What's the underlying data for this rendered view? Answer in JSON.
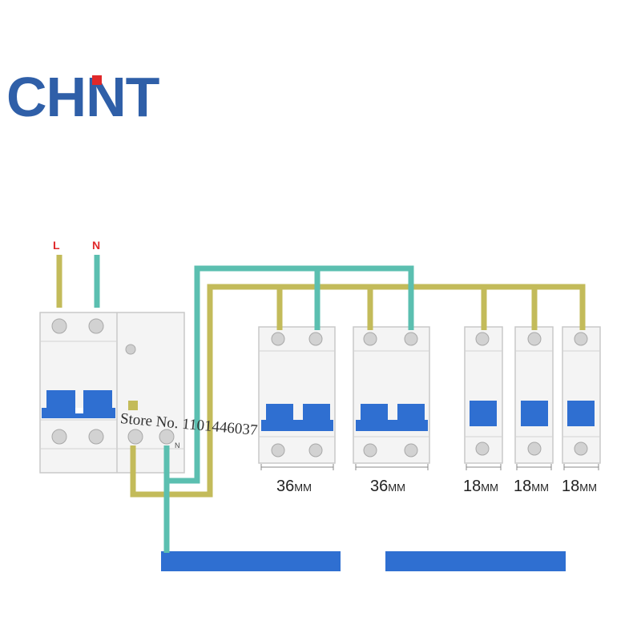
{
  "brand": {
    "name": "CHNT"
  },
  "diagram": {
    "input_labels": {
      "live": "L",
      "neutral": "N"
    },
    "main_breaker": {
      "neutral_marker": "N"
    },
    "module_widths": [
      "36MM",
      "36MM",
      "18MM",
      "18MM",
      "18MM"
    ],
    "watermark": "Store No. 1101446037"
  },
  "colors": {
    "brand_blue": "#2f5fa8",
    "live_wire": "#c3bb5a",
    "neutral_wire": "#5bbfb0",
    "busbar": "#2f6fd1",
    "toggle": "#2f6fd1",
    "label_red": "#e0282a"
  }
}
